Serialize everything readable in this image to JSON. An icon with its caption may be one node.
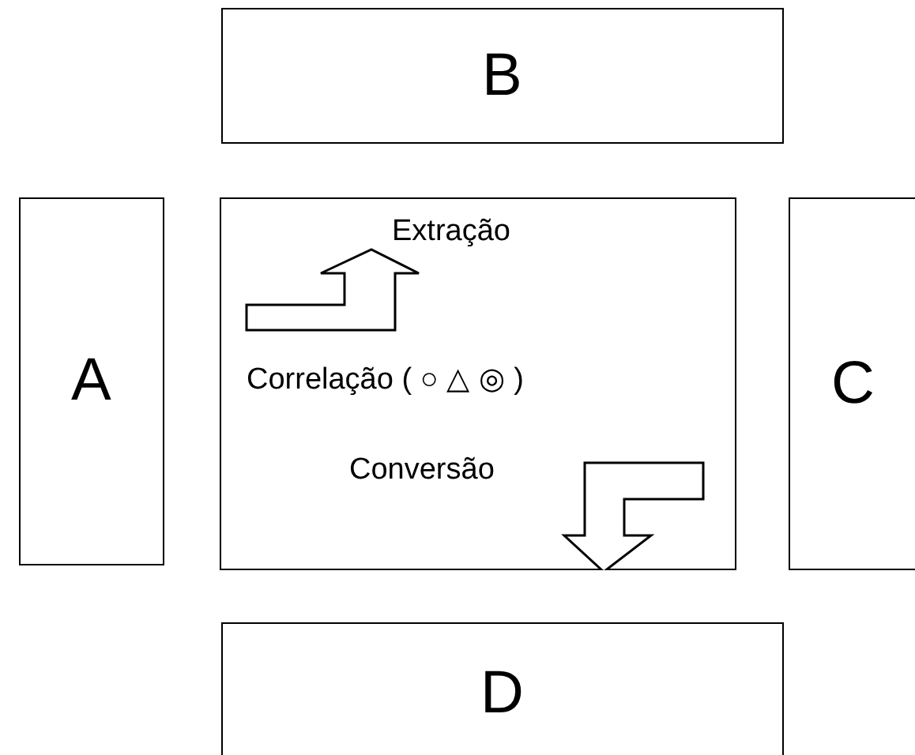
{
  "diagram": {
    "nodes": [
      {
        "text": [
          "B"
        ]
      },
      {
        "text": [
          "A"
        ]
      },
      {
        "text": [
          "Extração",
          "Correlação ( ○ △ ◎ )",
          "Conversão"
        ]
      },
      {
        "text": [
          "C"
        ]
      },
      {
        "text": [
          "D"
        ]
      }
    ]
  }
}
